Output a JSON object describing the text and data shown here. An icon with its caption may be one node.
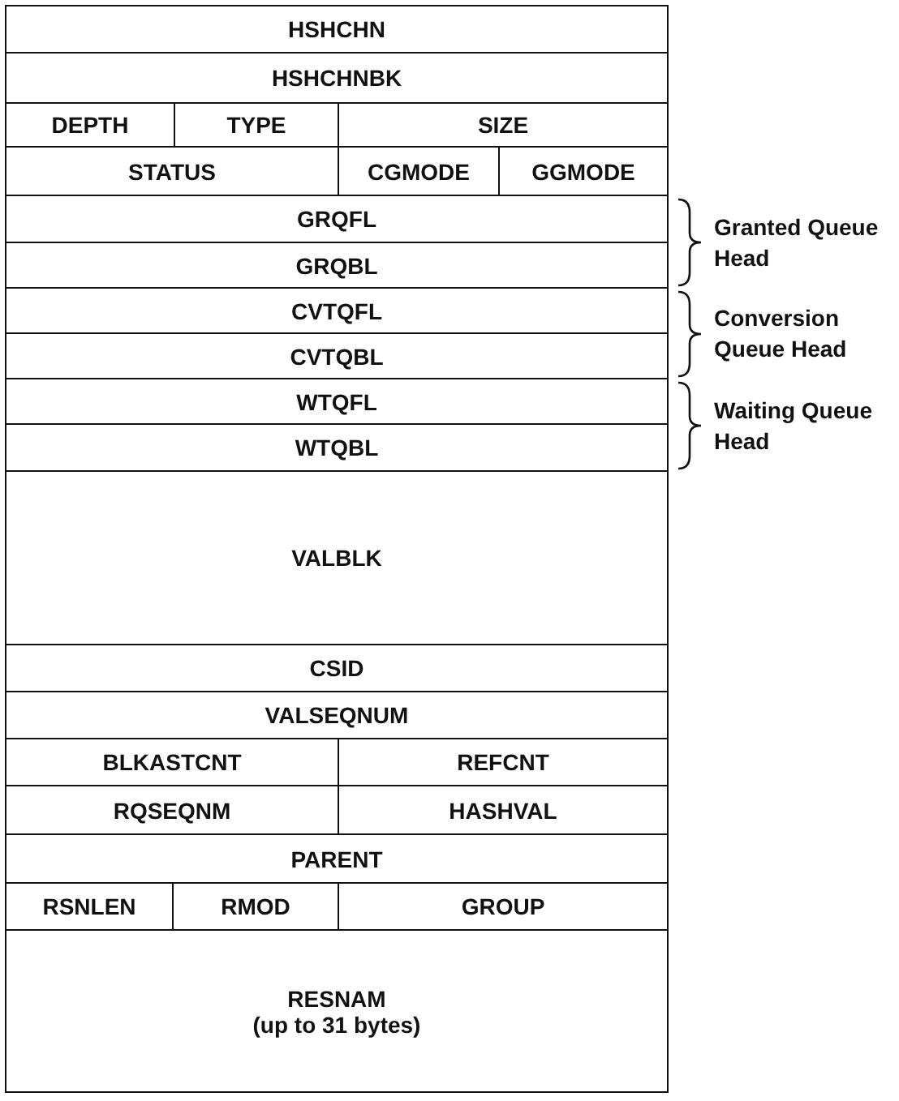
{
  "diagram": {
    "labels": [
      "HSHCHN",
      "HSHCHNBK",
      "DEPTH",
      "TYPE",
      "SIZE",
      "STATUS",
      "CGMODE",
      "GGMODE",
      "GRQFL",
      "Granted Queue Head",
      "GRQBL",
      "CVTQFL",
      "Conversion Queue Head",
      "CVTQBL",
      "WTQFL",
      "Waiting Queue Head",
      "WTQBL",
      "VALBLK",
      "CSID",
      "VALSEQNUM",
      "BLKASTCNT",
      "REFCNT",
      "RQSEQNM",
      "HASHVAL",
      "PARENT",
      "RSNLEN",
      "RMOD",
      "GROUP",
      "RESNAM",
      "(up to 31 bytes)"
    ]
  }
}
